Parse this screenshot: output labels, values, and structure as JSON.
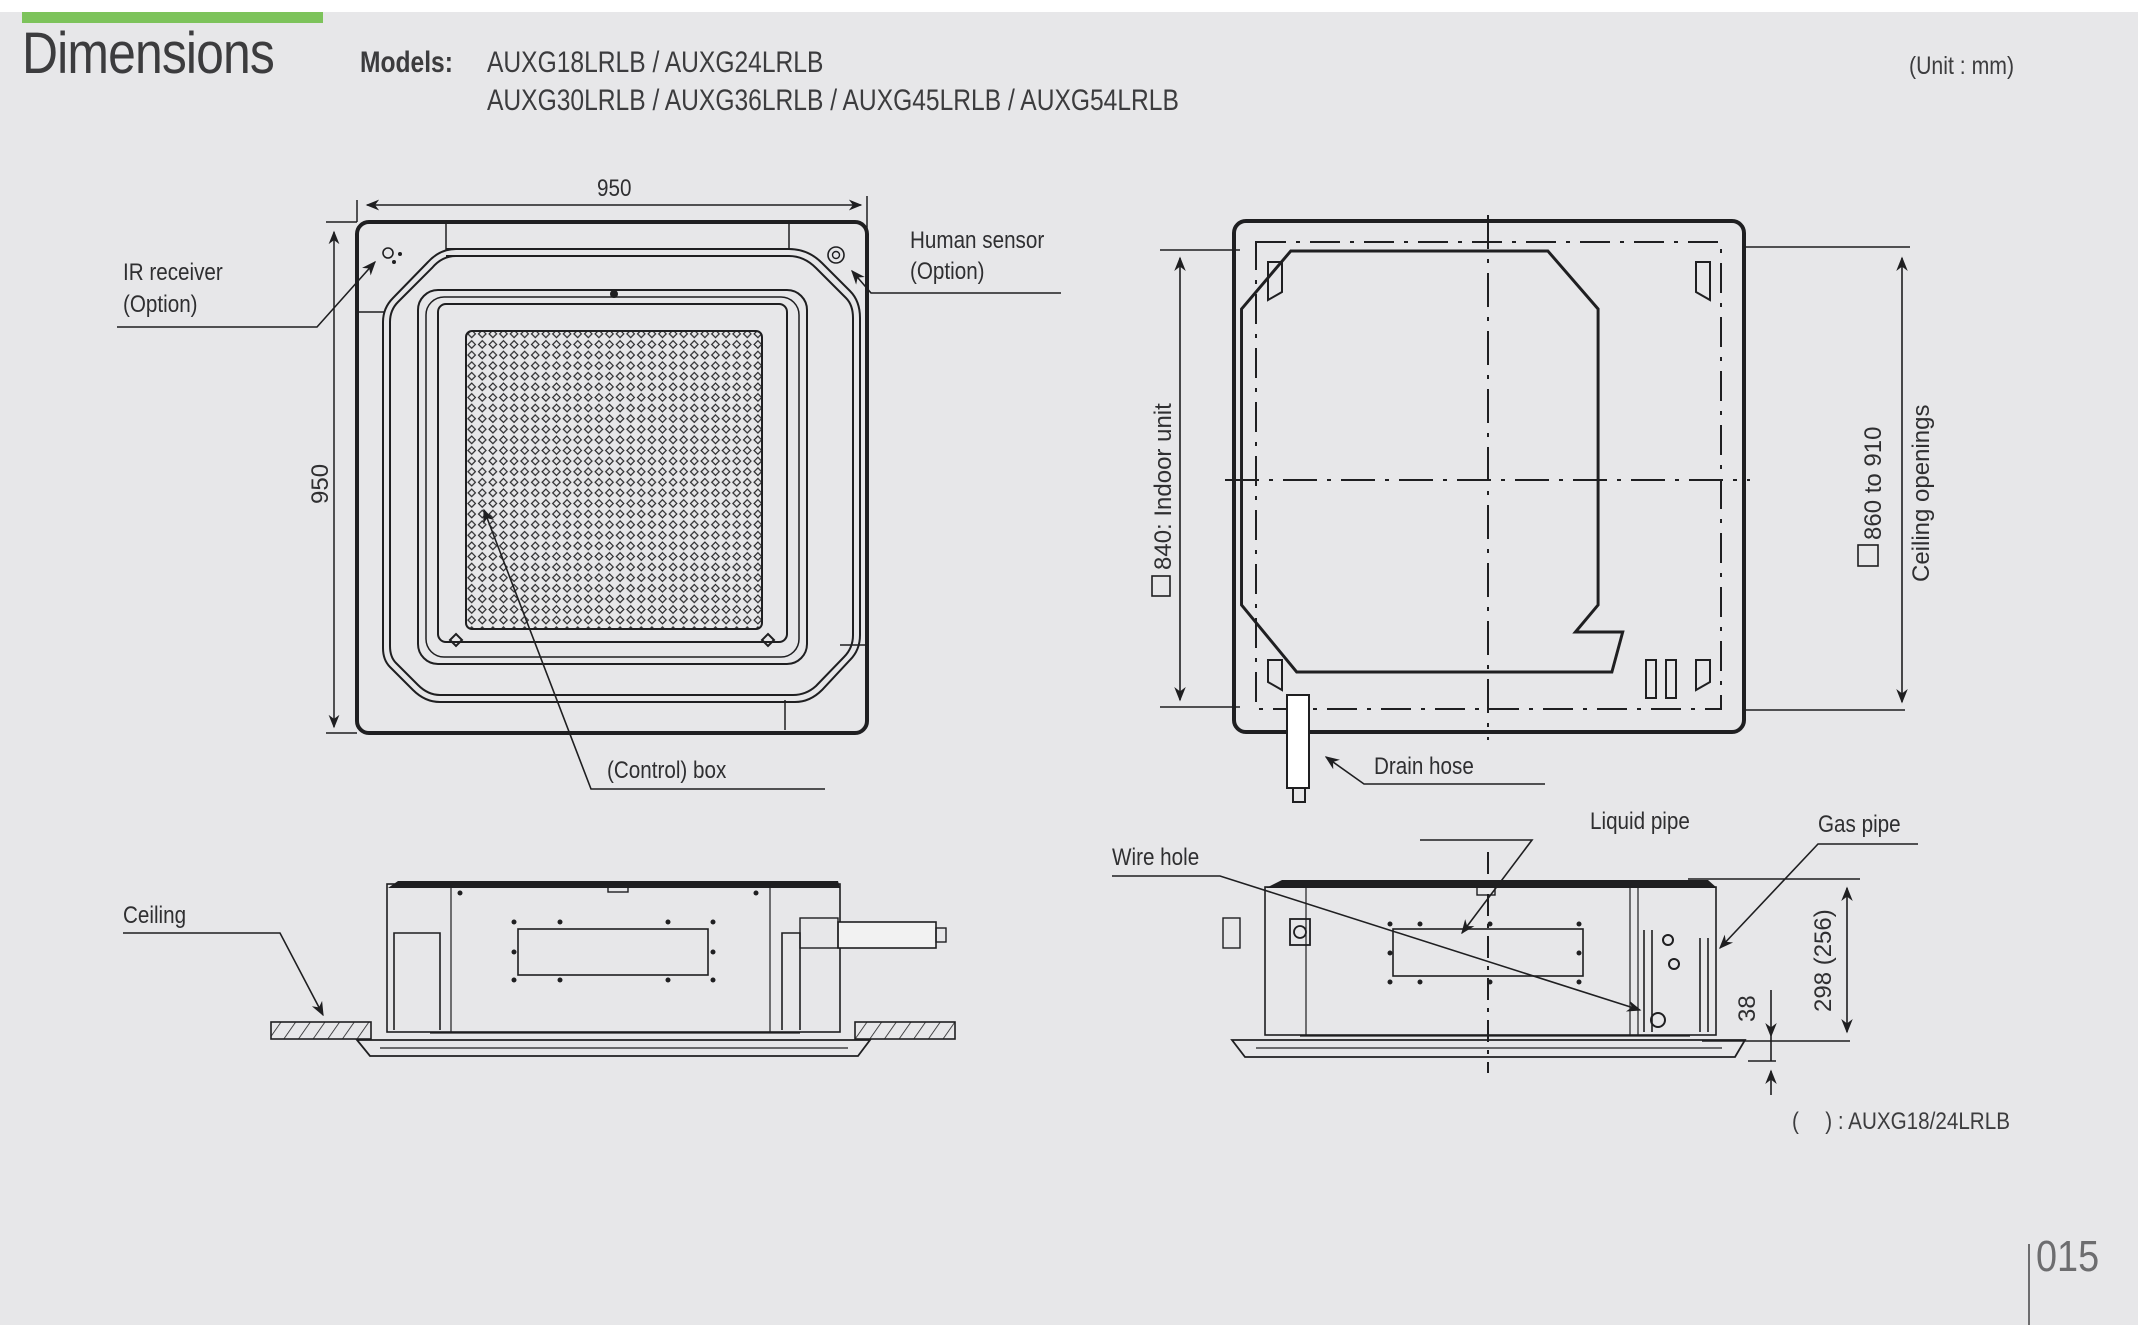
{
  "header": {
    "title": "Dimensions",
    "models_label": "Models:",
    "model_lines": [
      "AUXG18LRLB / AUXG24LRLB",
      "AUXG30LRLB / AUXG36LRLB / AUXG45LRLB / AUXG54LRLB"
    ],
    "unit": "(Unit : mm)",
    "accent_color": "#7dc35b"
  },
  "top_view": {
    "width_dim": "950",
    "height_dim": "950",
    "labels": {
      "ir_receiver": "IR receiver",
      "ir_receiver_option": "(Option)",
      "human_sensor": "Human sensor",
      "human_sensor_option": "(Option)",
      "control_box": "(Control) box"
    }
  },
  "plan_view": {
    "indoor_unit_dim": "840: Indoor unit",
    "ceiling_opening_dim": "860 to 910",
    "ceiling_opening_label": "Ceiling openings",
    "drain_hose": "Drain hose"
  },
  "side_view_left": {
    "ceiling": "Ceiling"
  },
  "side_view_right": {
    "wire_hole": "Wire hole",
    "liquid_pipe": "Liquid pipe",
    "gas_pipe": "Gas pipe",
    "height_dim": "298 (256)",
    "panel_dim": "38"
  },
  "footnote": "(  ) : AUXG18/24LRLB",
  "page_number": "015"
}
